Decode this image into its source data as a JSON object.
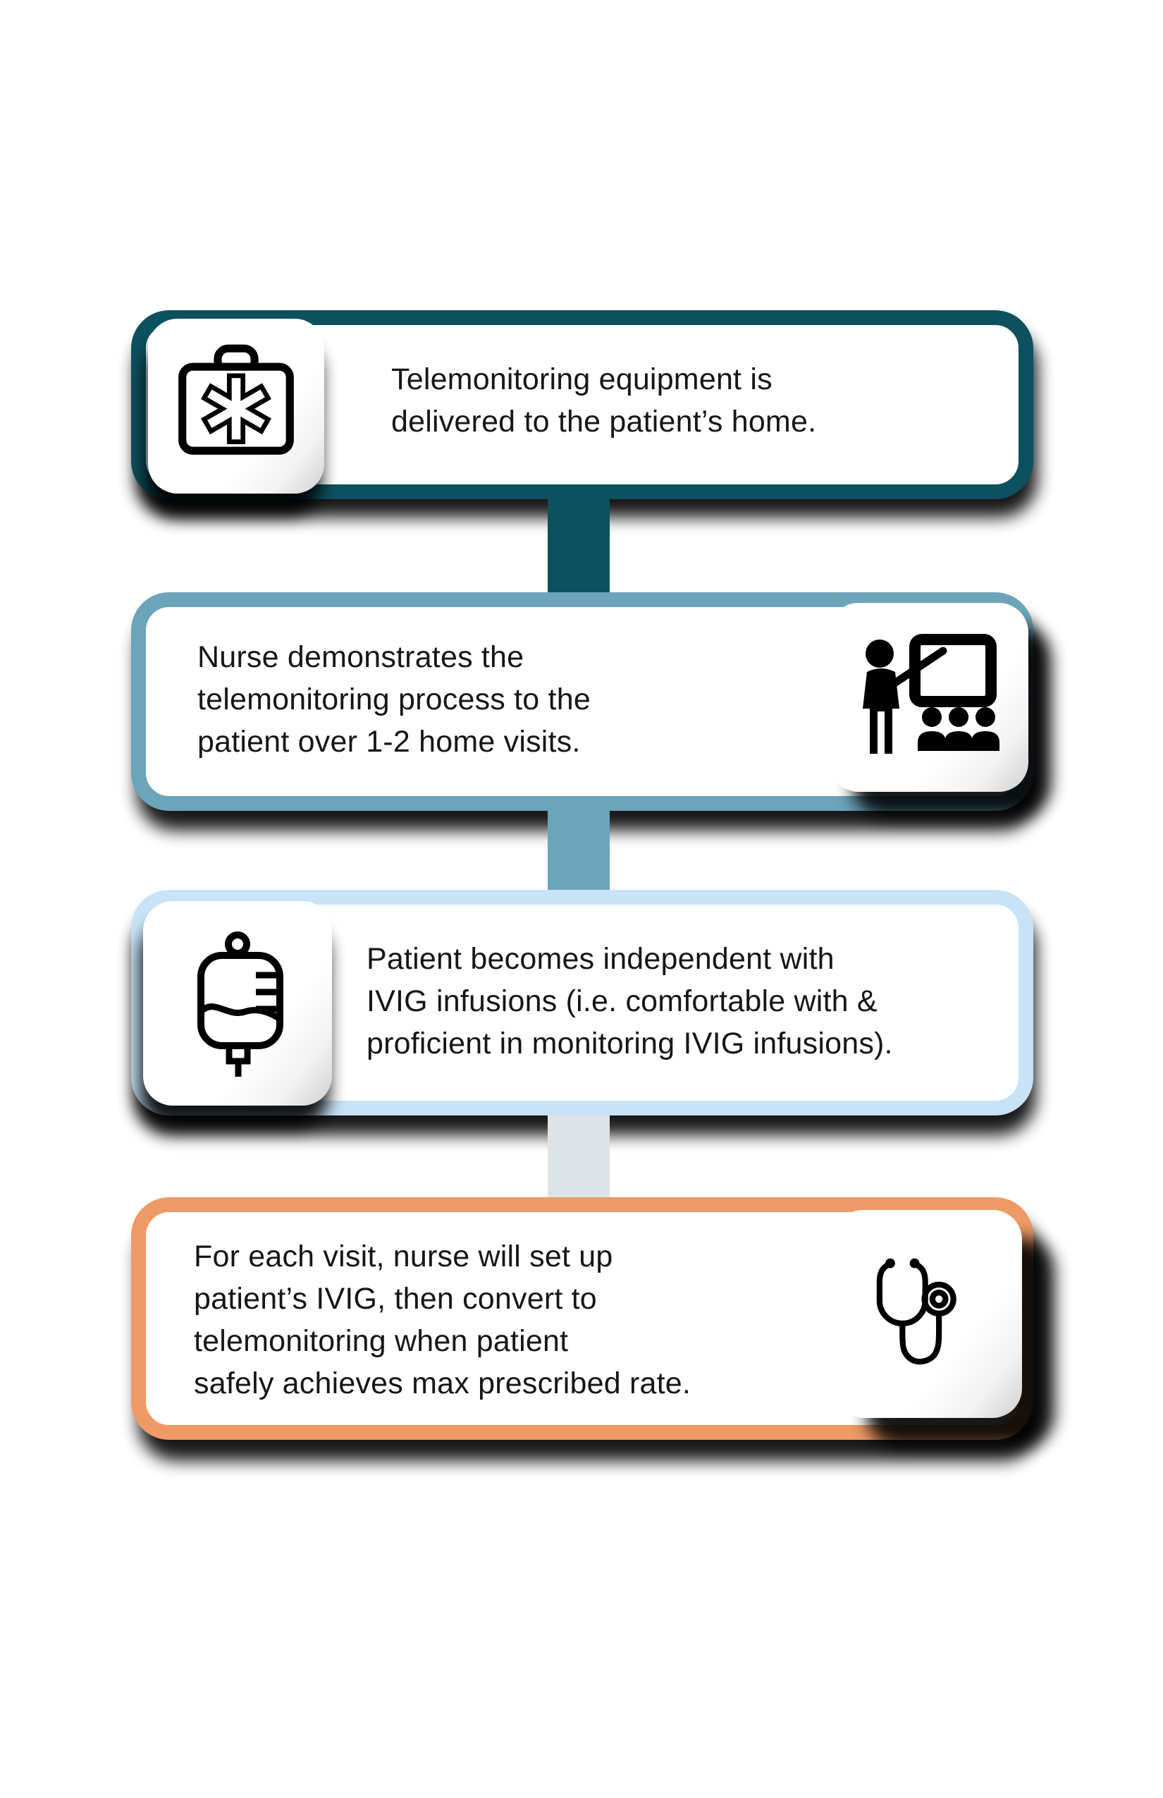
{
  "page": {
    "background_color": "#ffffff",
    "text_color": "#161616",
    "diagram_type": "vertical-process-flowchart"
  },
  "diagram": {
    "steps": [
      {
        "step": 1,
        "accent_color": "#0d505e",
        "icon": "medical-kit-icon",
        "icon_side": "left",
        "lines": [
          "Telemonitoring equipment is",
          "delivered to the patient’s home."
        ]
      },
      {
        "step": 2,
        "accent_color": "#6ca4ba",
        "icon": "presentation-trainer-icon",
        "icon_side": "right",
        "lines": [
          "Nurse demonstrates the",
          "telemonitoring process to the",
          "patient over 1-2 home visits."
        ]
      },
      {
        "step": 3,
        "accent_color": "#c8e3f7",
        "icon": "iv-bag-icon",
        "icon_side": "left",
        "lines": [
          "Patient becomes independent with",
          "IVIG infusions (i.e. comfortable with &",
          "proficient in monitoring IVIG infusions)."
        ]
      },
      {
        "step": 4,
        "accent_color": "#ef9a66",
        "icon": "stethoscope-icon",
        "icon_side": "right",
        "lines": [
          "For each visit, nurse will set up",
          "patient’s IVIG, then convert to",
          "telemonitoring when patient",
          "safely achieves max prescribed rate."
        ]
      }
    ],
    "connectors": [
      {
        "from": 1,
        "to": 2,
        "color": "#0d505e"
      },
      {
        "from": 2,
        "to": 3,
        "color": "#6ca4ba"
      },
      {
        "from": 3,
        "to": 4,
        "color": "#dde3e9"
      }
    ]
  }
}
